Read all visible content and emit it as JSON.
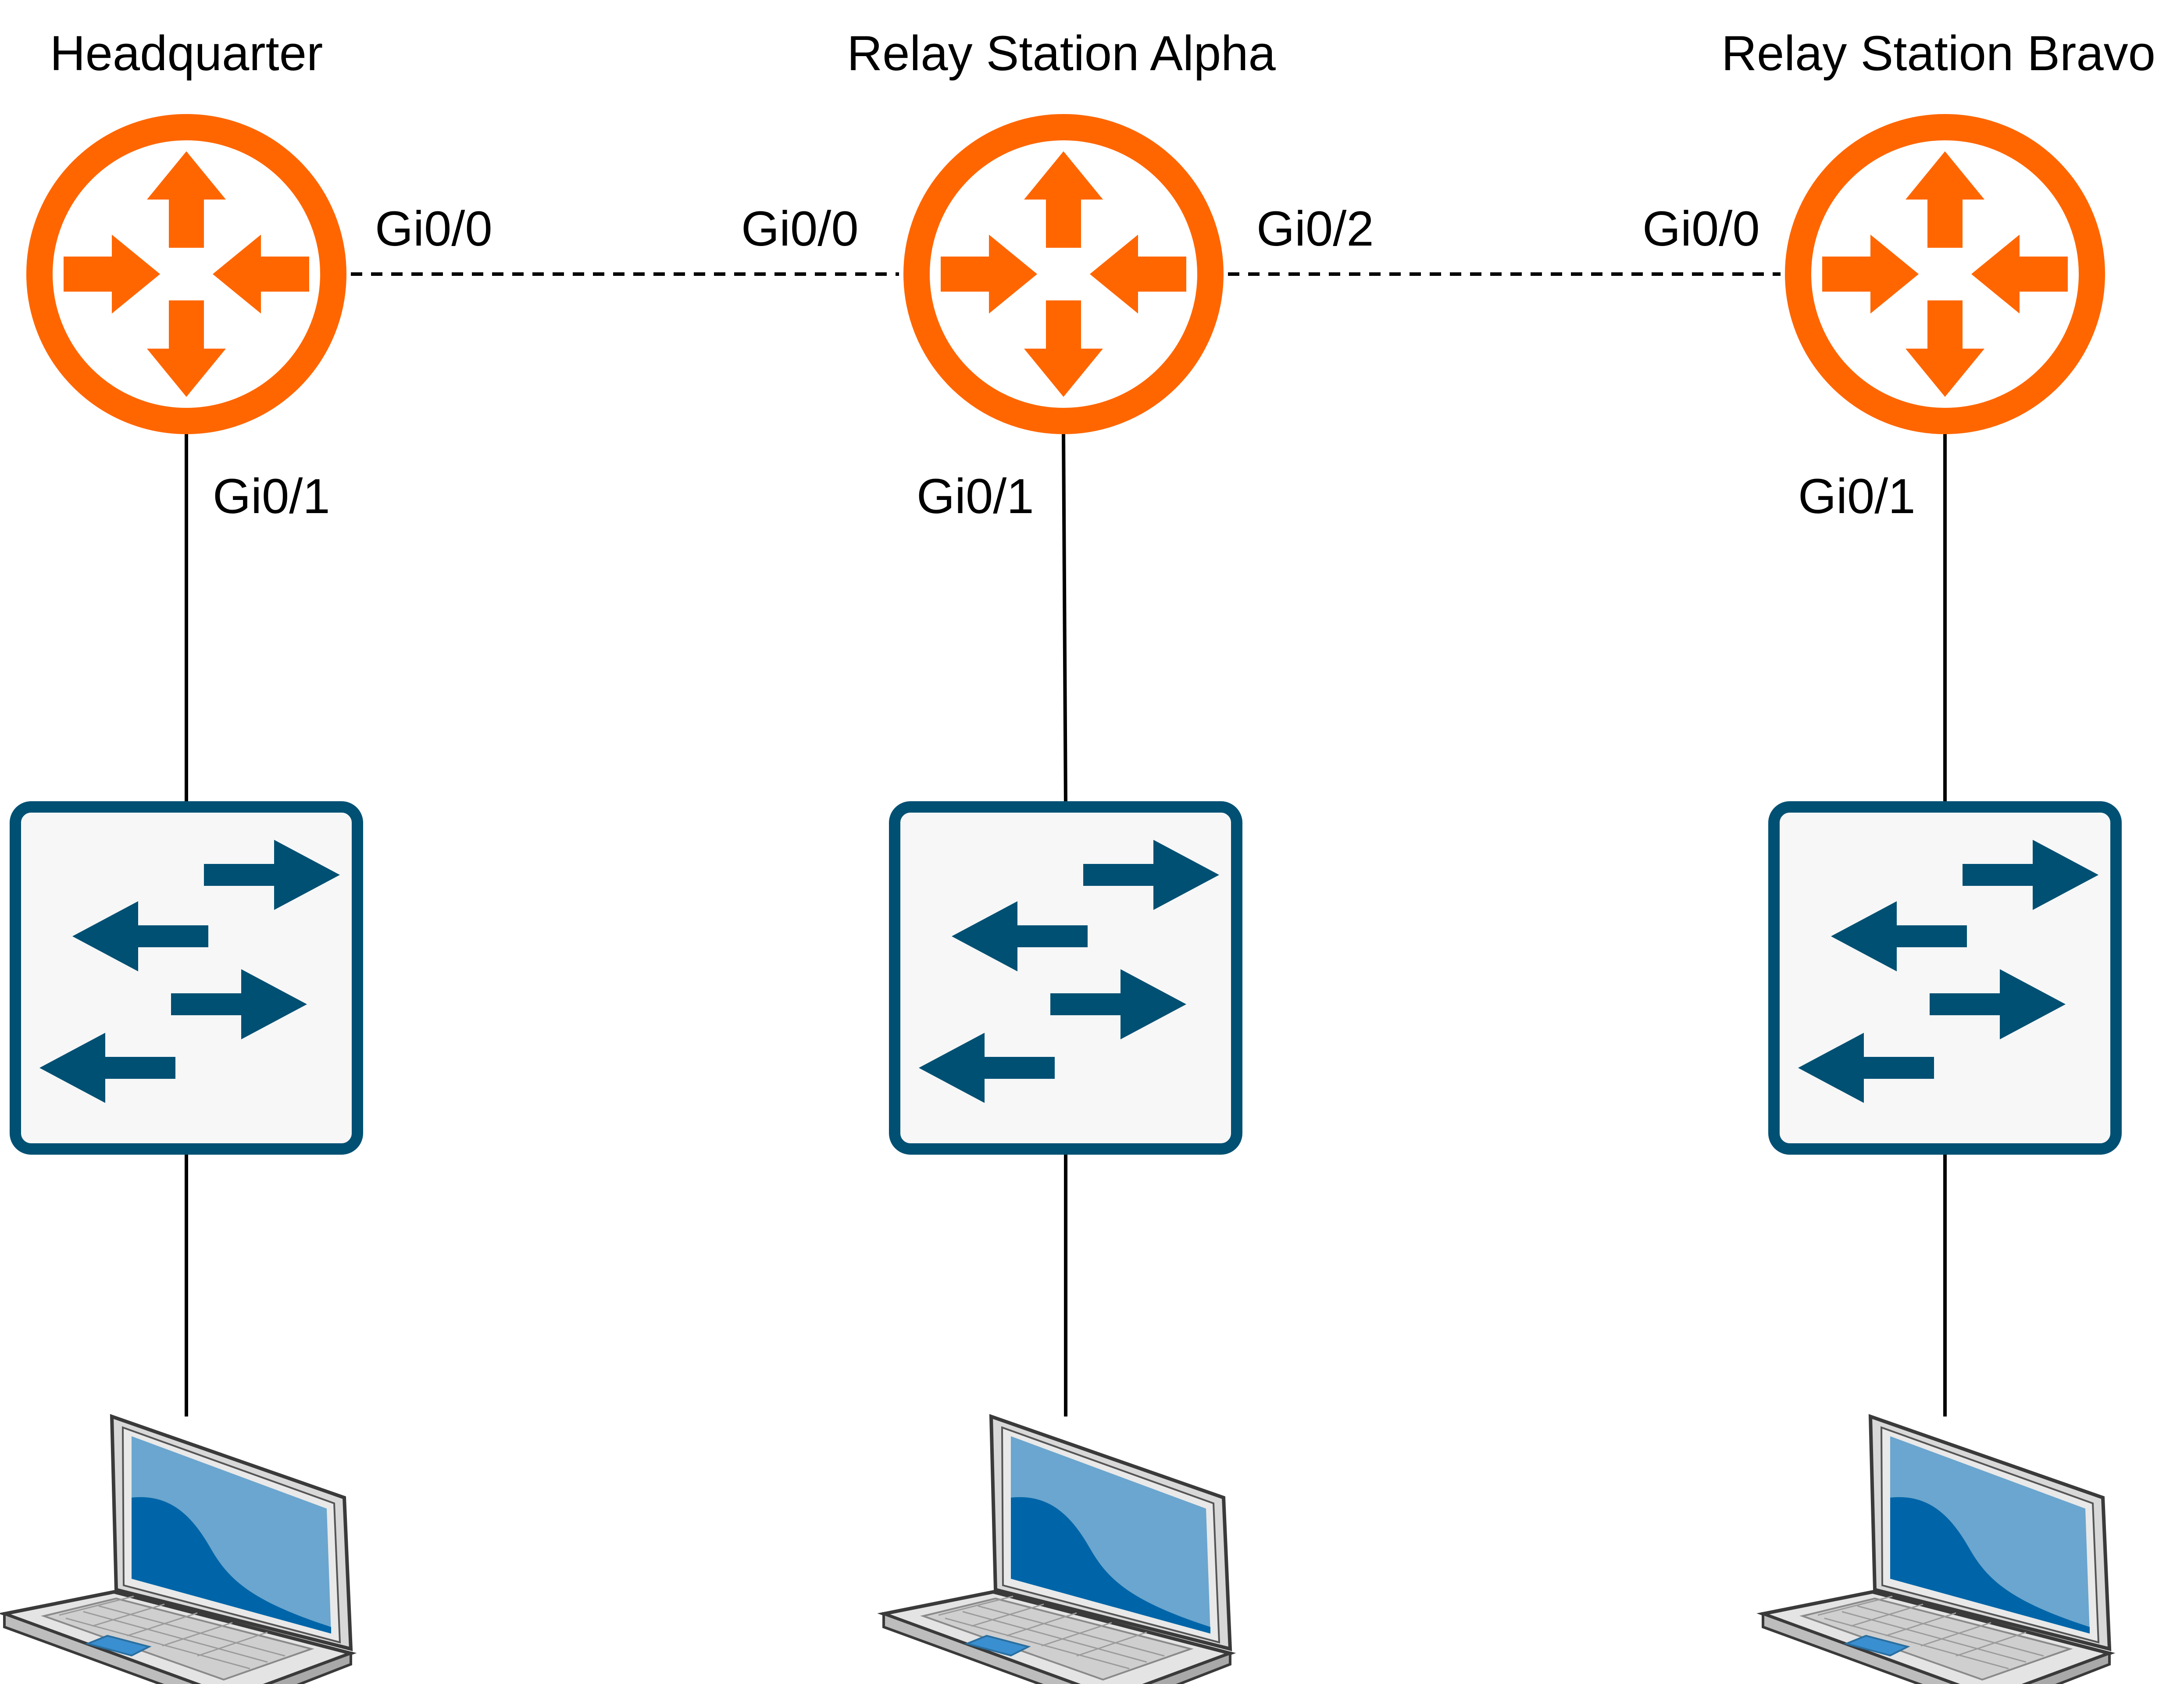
{
  "colors": {
    "router": "#FF6600",
    "switch_outline": "#005073",
    "switch_fill": "#F7F7F7",
    "laptop_screen_dark": "#0065A8",
    "laptop_screen_light": "#6AA6CF",
    "link": "#000000"
  },
  "sites": [
    {
      "title": "Headquarter",
      "icons": {
        "router": "router-icon",
        "switch": "switch-icon",
        "host": "laptop-icon"
      },
      "interfaces": {
        "wan_right": "Gi0/0",
        "lan": "Gi0/1"
      }
    },
    {
      "title": "Relay Station Alpha",
      "icons": {
        "router": "router-icon",
        "switch": "switch-icon",
        "host": "laptop-icon"
      },
      "interfaces": {
        "wan_left": "Gi0/0",
        "wan_right": "Gi0/2",
        "lan": "Gi0/1"
      }
    },
    {
      "title": "Relay Station Bravo",
      "icons": {
        "router": "router-icon",
        "switch": "switch-icon",
        "host": "laptop-icon"
      },
      "interfaces": {
        "wan_left": "Gi0/0",
        "lan": "Gi0/1"
      }
    }
  ],
  "links": [
    {
      "from": "Headquarter",
      "from_if": "Gi0/0",
      "to": "Relay Station Alpha",
      "to_if": "Gi0/0",
      "style": "dashed"
    },
    {
      "from": "Relay Station Alpha",
      "from_if": "Gi0/2",
      "to": "Relay Station Bravo",
      "to_if": "Gi0/0",
      "style": "dashed"
    }
  ]
}
